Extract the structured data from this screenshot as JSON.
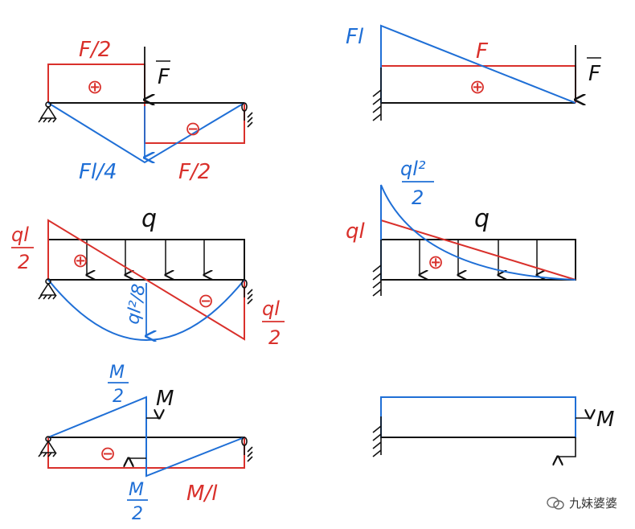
{
  "colors": {
    "shear": "#d9302b",
    "moment": "#1f6fd6",
    "beam": "#111111"
  },
  "panels": {
    "p1": {
      "shear_left": "F/2",
      "shear_right": "F/2",
      "load": "F",
      "moment": "Fl/4",
      "plus": "⊕",
      "minus": "⊖"
    },
    "p2": {
      "moment": "Fl",
      "shear": "F",
      "load": "F",
      "plus": "⊕"
    },
    "p3": {
      "load": "q",
      "shear_left_num": "ql",
      "shear_left_den": "2",
      "shear_right_num": "ql",
      "shear_right_den": "2",
      "moment": "ql²/8",
      "plus": "⊕",
      "minus": "⊖"
    },
    "p4": {
      "moment_num": "ql²",
      "moment_den": "2",
      "shear": "ql",
      "load": "q",
      "plus": "⊕"
    },
    "p5": {
      "moment_top_num": "M",
      "moment_top_den": "2",
      "moment_bot_num": "M",
      "moment_bot_den": "2",
      "load": "M",
      "shear": "M/l",
      "minus": "⊖"
    },
    "p6": {
      "load": "M"
    }
  },
  "watermark": {
    "text": "九妹婆婆",
    "icon": "wechat-icon"
  }
}
